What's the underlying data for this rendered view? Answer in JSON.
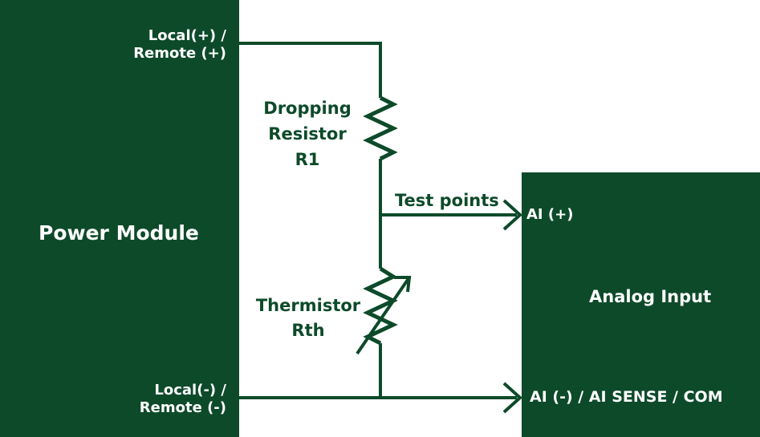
{
  "power_module": {
    "title": "Power Module",
    "positive_terminal": [
      "Local(+) /",
      "Remote (+)"
    ],
    "negative_terminal": [
      "Local(-) /",
      "Remote (-)"
    ]
  },
  "analog_input": {
    "title": "Analog Input",
    "positive_terminal": "AI (+)",
    "negative_terminal": "AI (-) / AI SENSE / COM"
  },
  "dropping_resistor": {
    "label": [
      "Dropping",
      "Resistor",
      "R1"
    ]
  },
  "thermistor": {
    "label": [
      "Thermistor",
      "Rth"
    ]
  },
  "test_points": {
    "label": "Test points"
  },
  "colors": {
    "primary": "#0d4a2a",
    "background": "#ffffff",
    "block_text": "#ffffff"
  }
}
